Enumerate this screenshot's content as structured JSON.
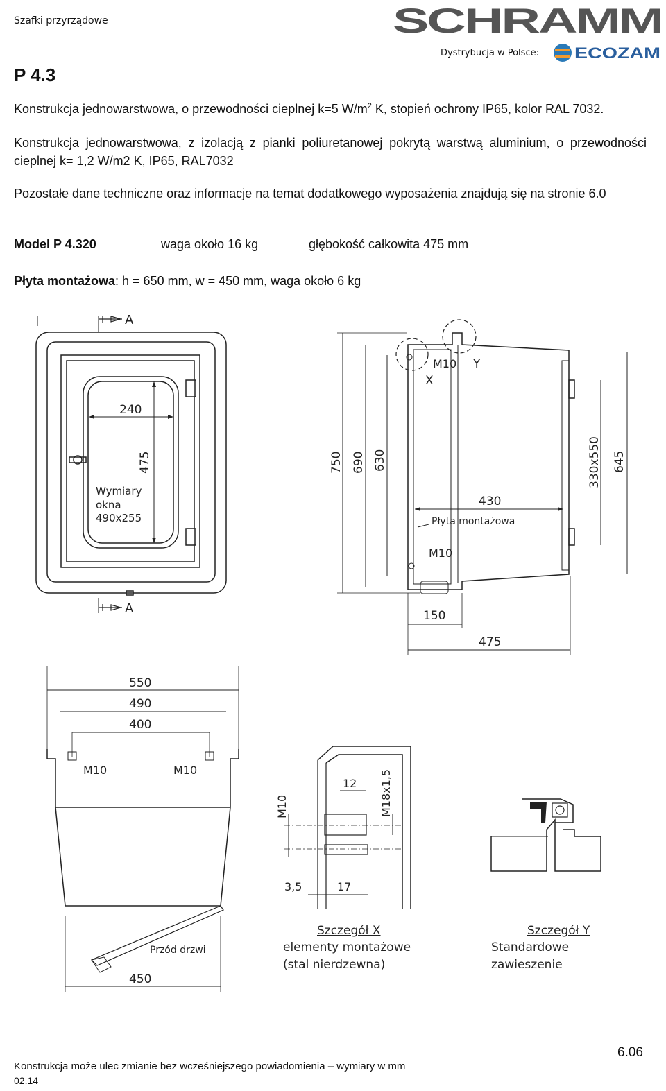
{
  "header": {
    "category": "Szafki przyrządowe",
    "brand": "SCHRAMM",
    "distribution": "Dystrybucja w Polsce:",
    "distributor": "ECOZAM"
  },
  "product": {
    "code": "P 4.3",
    "para1a": "Konstrukcja jednowarstwowa, o przewodności cieplnej k=5 W/m",
    "para1_sup": "2",
    "para1b": " K, stopień ochrony IP65, kolor  RAL 7032.",
    "para2": "Konstrukcja jednowarstwowa, z izolacją z pianki poliuretanowej pokrytą warstwą aluminium, o przewodności cieplnej k= 1,2 W/m2 K, IP65, RAL7032",
    "para3": "Pozostałe dane techniczne oraz informacje na temat dodatkowego wyposażenia znajdują się na stronie 6.0",
    "model_label": "Model P 4.320",
    "weight": "waga około 16 kg",
    "depth": "głębokość całkowita 475 mm",
    "plate_label": "Płyta montażowa",
    "plate_value": ": h = 650 mm, w = 450 mm, waga około 6 kg"
  },
  "drawing": {
    "front": {
      "section_top": "A",
      "section_bottom": "A",
      "win_w": "240",
      "win_h": "475",
      "note1": "Wymiary",
      "note2": "okna",
      "note3": "490x255"
    },
    "side": {
      "d750": "750",
      "d690": "690",
      "d630": "630",
      "d330": "330x550",
      "d645": "645",
      "d430": "430",
      "plate": "Płyta montażowa",
      "m10a": "M10",
      "m10b": "M10",
      "x": "X",
      "y": "Y",
      "d150": "150",
      "d475": "475"
    },
    "top": {
      "d550": "550",
      "d490": "490",
      "d400": "400",
      "m10a": "M10",
      "m10b": "M10",
      "door": "Przód drzwi",
      "d450": "450"
    },
    "detail_x": {
      "m10": "M10",
      "d12": "12",
      "m18": "M18x1,5",
      "d35": "3,5",
      "d17": "17",
      "title": "Szczegół X",
      "line1": "elementy montażowe",
      "line2": "(stal nierdzewna)"
    },
    "detail_y": {
      "title": "Szczegół Y",
      "line1": "Standardowe",
      "line2": "zawieszenie"
    }
  },
  "footer": {
    "note": "Konstrukcja może ulec zmianie bez wcześniejszego powiadomienia – wymiary w mm",
    "date": "02.14",
    "page": "6.06"
  }
}
